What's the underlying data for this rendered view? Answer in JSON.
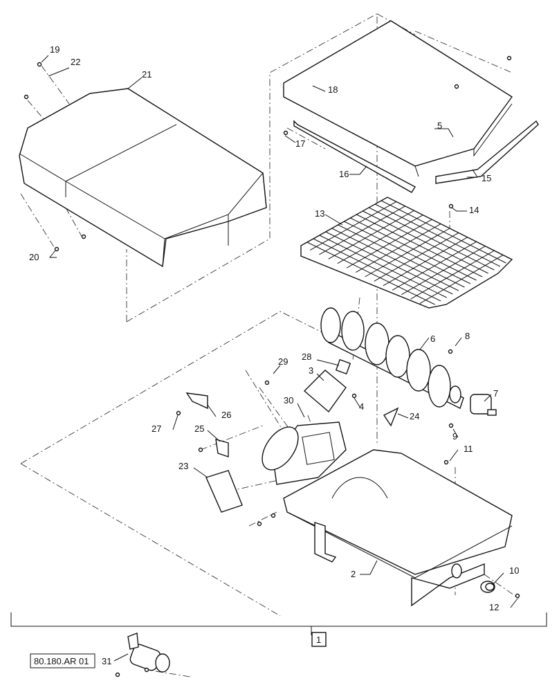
{
  "callouts": {
    "c1": "1",
    "c2": "2",
    "c3": "3",
    "c4": "4",
    "c5": "5",
    "c6": "6",
    "c7": "7",
    "c8": "8",
    "c9": "9",
    "c10": "10",
    "c11": "11",
    "c12": "12",
    "c13": "13",
    "c14": "14",
    "c15": "15",
    "c16": "16",
    "c17": "17",
    "c18": "18",
    "c19": "19",
    "c20": "20",
    "c21": "21",
    "c22": "22",
    "c23": "23",
    "c24": "24",
    "c25": "25",
    "c26": "26",
    "c27": "27",
    "c28": "28",
    "c29": "29",
    "c30": "30",
    "c31": "31"
  },
  "reference": {
    "label": "80.180.AR 01"
  }
}
